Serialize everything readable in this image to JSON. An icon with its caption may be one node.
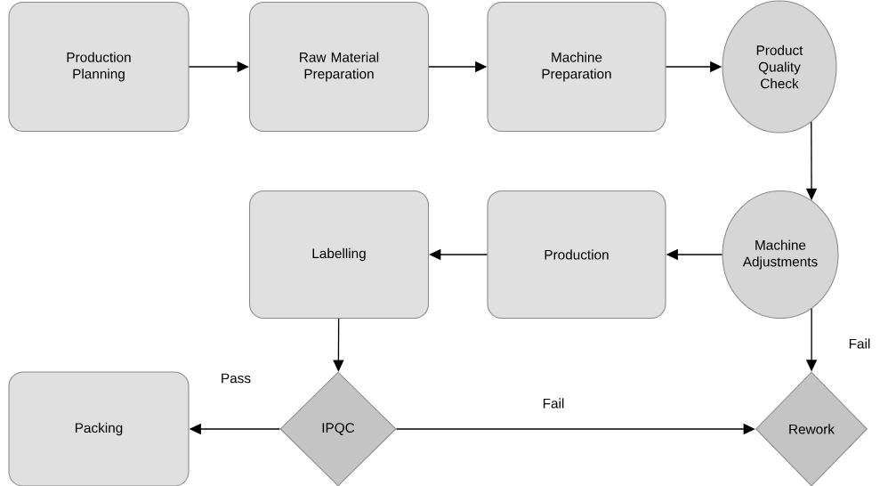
{
  "diagram": {
    "nodes": [
      {
        "text": [
          "Production Planning"
        ]
      },
      {
        "text": [
          "Raw Material Preparation"
        ]
      },
      {
        "text": [
          "Machine Preparation"
        ]
      },
      {
        "text": [
          "Product Quality Check"
        ]
      },
      {
        "text": [
          "Machine Adjustments"
        ]
      },
      {
        "text": [
          "Production"
        ]
      },
      {
        "text": [
          "Labelling"
        ]
      },
      {
        "text": [
          "Packing"
        ]
      },
      {
        "text": [
          "IPQC"
        ]
      },
      {
        "text": [
          "Rework"
        ]
      }
    ],
    "edges": [
      {
        "from": 0,
        "to": 1,
        "arrow": "to"
      },
      {
        "from": 1,
        "to": 2,
        "arrow": "to"
      },
      {
        "from": 2,
        "to": 3,
        "arrow": "to"
      },
      {
        "from": 3,
        "to": 4,
        "arrow": "to"
      },
      {
        "from": 4,
        "to": 5,
        "arrow": "to"
      },
      {
        "from": 5,
        "to": 6,
        "arrow": "to"
      },
      {
        "from": 6,
        "to": 8,
        "arrow": "to"
      },
      {
        "from": 8,
        "to": 7,
        "arrow": "to",
        "label": "Pass"
      },
      {
        "from": 8,
        "to": 9,
        "arrow": "to",
        "label": "Fail"
      },
      {
        "from": 4,
        "to": 9,
        "arrow": "to",
        "label": "Fail"
      }
    ]
  }
}
